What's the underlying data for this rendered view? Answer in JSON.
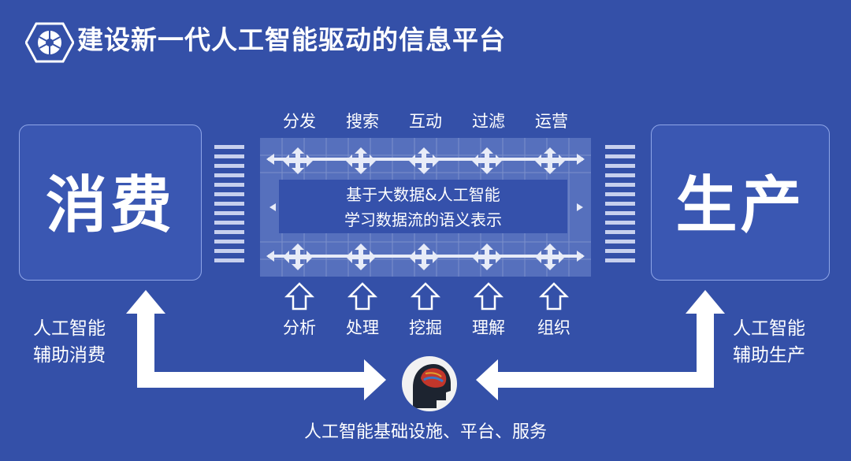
{
  "title": "建设新一代人工智能驱动的信息平台",
  "left_box": "消费",
  "right_box": "生产",
  "top_labels": [
    "分发",
    "搜索",
    "互动",
    "过滤",
    "运营"
  ],
  "bottom_labels": [
    "分析",
    "处理",
    "挖掘",
    "理解",
    "组织"
  ],
  "center_text": [
    "基于大数据&人工智能",
    "学习数据流的语义表示"
  ],
  "left_label": [
    "人工智能",
    "辅助消费"
  ],
  "right_label": [
    "人工智能",
    "辅助生产"
  ],
  "footer": "人工智能基础设施、平台、服务",
  "colors": {
    "background": "#3450a8",
    "accent": "#ffffff"
  },
  "icons": [
    "logo-icon",
    "brain-head-icon"
  ]
}
